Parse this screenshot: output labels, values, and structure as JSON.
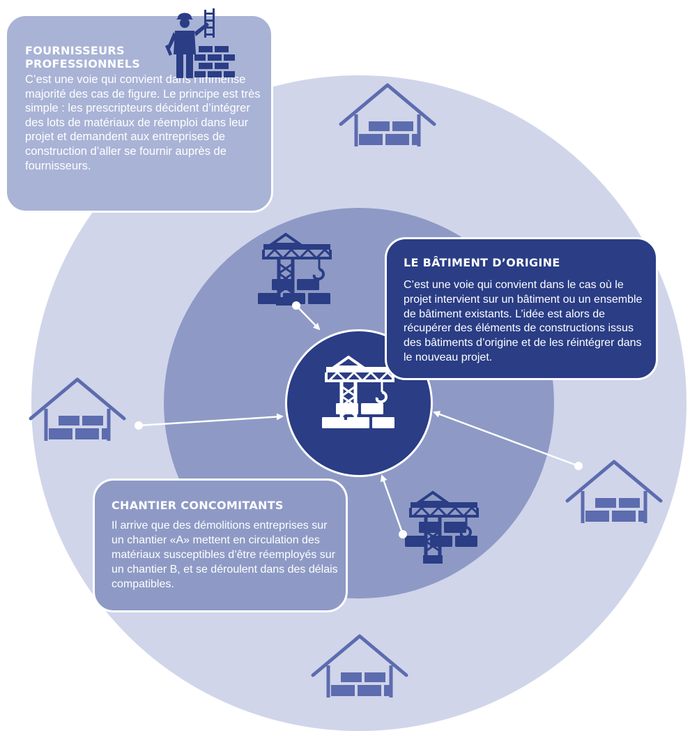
{
  "colors": {
    "outer_ring": "#d0d5ea",
    "middle_ring": "#8e9ac5",
    "center": "#2a3d85",
    "light_card": "#a9b3d6",
    "dark_card": "#2a3d85",
    "icon_dark": "#2a3d85",
    "icon_light": "#5d6cae",
    "arrow": "#ffffff"
  },
  "cards": {
    "fournisseurs": {
      "title": "FOURNISSEURS PROFESSIONNELS",
      "text": "C’est une voie qui convient dans l’immense majorité des cas de figure. Le principe est très simple : les prescripteurs décident d’intégrer des lots de matériaux de réemploi dans leur projet et demandent aux entreprises de construction d’aller se fournir auprès de fournisseurs."
    },
    "batiment": {
      "title": "LE BÂTIMENT D’ORIGINE",
      "text": "C’est une voie qui convient dans le cas où le projet intervient sur un bâtiment ou un ensemble de bâtiment existants. L’idée est alors de récupérer des éléments de constructions issus des bâtiments d’origine et de les réintégrer dans le nouveau projet."
    },
    "chantier": {
      "title": "CHANTIER CONCOMITANTS",
      "text": "Il arrive que des démolitions entreprises sur un chantier «A» mettent en circulation des matériaux susceptibles d’être réemployés sur un chantier B, et se déroulent dans des délais compatibles."
    }
  },
  "icons": {
    "worker": "construction-worker-icon",
    "warehouse": "warehouse-icon",
    "crane": "crane-bricks-icon"
  }
}
